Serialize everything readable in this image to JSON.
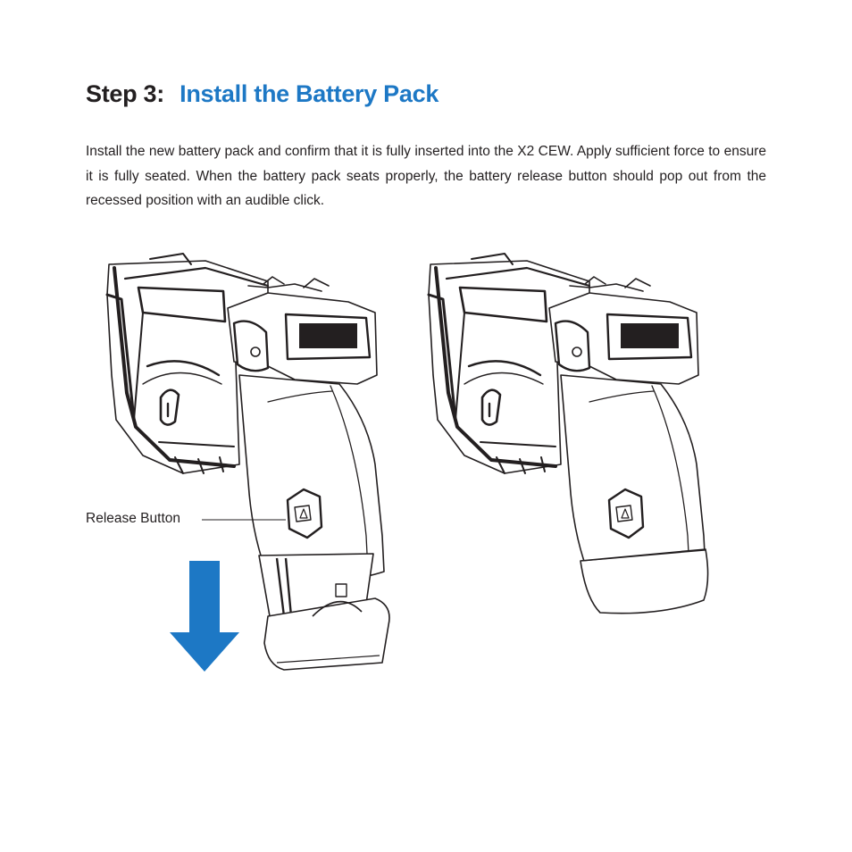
{
  "heading": {
    "step": "Step 3:",
    "title": "Install the Battery Pack"
  },
  "instructions": "Install the new battery pack and confirm that it is fully inserted into the X2 CEW.  Apply sufficient force to ensure it is fully seated.  When the battery pack seats properly, the battery release button should pop out from the recessed position with an audible click.",
  "callout": {
    "release_button": "Release Button"
  },
  "colors": {
    "accent": "#1d78c5",
    "text": "#231f20"
  }
}
